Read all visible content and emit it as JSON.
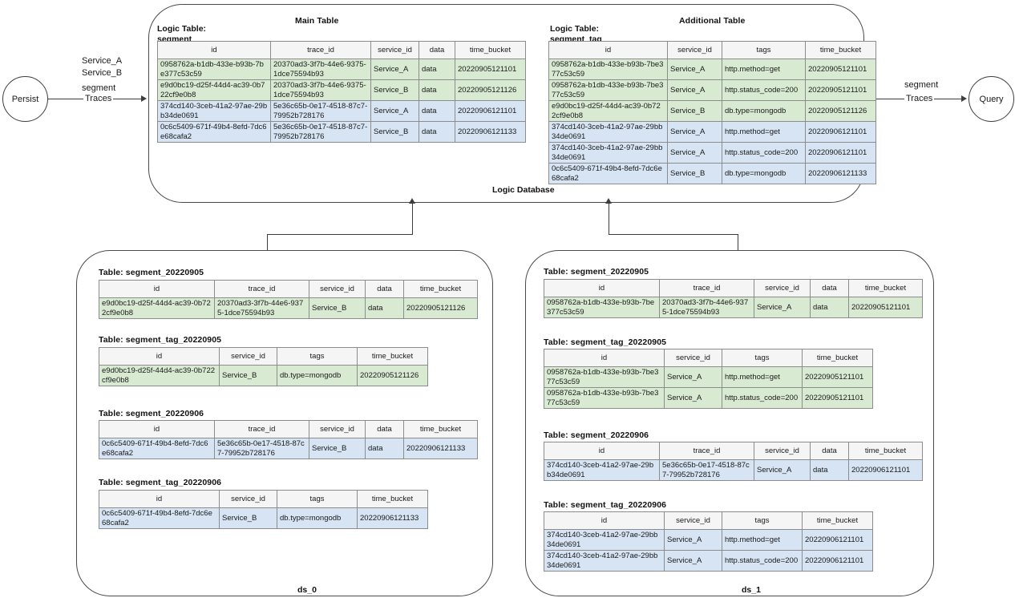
{
  "diagram": {
    "left_node": "Persist",
    "right_node": "Query",
    "left_edge": {
      "line1": "Service_A",
      "line2": "Service_B",
      "line3": "segment",
      "line4": "Traces"
    },
    "right_edge": {
      "line1": "segment",
      "line2": "Traces"
    },
    "logic_database_label": "Logic Database",
    "ds0_label": "ds_0",
    "ds1_label": "ds_1"
  },
  "logic_db": {
    "main": {
      "title": "Main Table",
      "logic_label_line1": "Logic Table:",
      "logic_label_line2": "segment",
      "columns": [
        "id",
        "trace_id",
        "service_id",
        "data",
        "time_bucket"
      ],
      "rows": [
        {
          "shade": "g",
          "cells": [
            "0958762a-b1db-433e-b93b-7be377c53c59",
            "20370ad3-3f7b-44e6-9375-1dce75594b93",
            "Service_A",
            "data",
            "20220905121101"
          ]
        },
        {
          "shade": "g",
          "cells": [
            "e9d0bc19-d25f-44d4-ac39-0b722cf9e0b8",
            "20370ad3-3f7b-44e6-9375-1dce75594b93",
            "Service_B",
            "data",
            "20220905121126"
          ]
        },
        {
          "shade": "b",
          "cells": [
            "374cd140-3ceb-41a2-97ae-29bb34de0691",
            "5e36c65b-0e17-4518-87c7-79952b728176",
            "Service_A",
            "data",
            "20220906121101"
          ]
        },
        {
          "shade": "b",
          "cells": [
            "0c6c5409-671f-49b4-8efd-7dc6e68cafa2",
            "5e36c65b-0e17-4518-87c7-79952b728176",
            "Service_B",
            "data",
            "20220906121133"
          ]
        }
      ]
    },
    "additional": {
      "title": "Additional  Table",
      "logic_label_line1": "Logic Table:",
      "logic_label_line2": "segment_tag",
      "columns": [
        "id",
        "service_id",
        "tags",
        "time_bucket"
      ],
      "rows": [
        {
          "shade": "g",
          "cells": [
            "0958762a-b1db-433e-b93b-7be377c53c59",
            "Service_A",
            "http.method=get",
            "20220905121101"
          ]
        },
        {
          "shade": "g",
          "cells": [
            "0958762a-b1db-433e-b93b-7be377c53c59",
            "Service_A",
            "http.status_code=200",
            "20220905121101"
          ]
        },
        {
          "shade": "g",
          "cells": [
            "e9d0bc19-d25f-44d4-ac39-0b722cf9e0b8",
            "Service_B",
            "db.type=mongodb",
            "20220905121126"
          ]
        },
        {
          "shade": "b",
          "cells": [
            "374cd140-3ceb-41a2-97ae-29bb34de0691",
            "Service_A",
            "http.method=get",
            "20220906121101"
          ]
        },
        {
          "shade": "b",
          "cells": [
            "374cd140-3ceb-41a2-97ae-29bb34de0691",
            "Service_A",
            "http.status_code=200",
            "20220906121101"
          ]
        },
        {
          "shade": "b",
          "cells": [
            "0c6c5409-671f-49b4-8efd-7dc6e68cafa2",
            "Service_B",
            "db.type=mongodb",
            "20220906121133"
          ]
        }
      ]
    }
  },
  "ds0": {
    "tables": [
      {
        "title": "Table: segment_20220905",
        "kind": "segment",
        "columns": [
          "id",
          "trace_id",
          "service_id",
          "data",
          "time_bucket"
        ],
        "rows": [
          {
            "shade": "g",
            "cells": [
              "e9d0bc19-d25f-44d4-ac39-0b722cf9e0b8",
              "20370ad3-3f7b-44e6-9375-1dce75594b93",
              "Service_B",
              "data",
              "20220905121126"
            ]
          }
        ]
      },
      {
        "title": "Table: segment_tag_20220905",
        "kind": "segment_tag",
        "columns": [
          "id",
          "service_id",
          "tags",
          "time_bucket"
        ],
        "rows": [
          {
            "shade": "g",
            "cells": [
              "e9d0bc19-d25f-44d4-ac39-0b722cf9e0b8",
              "Service_B",
              "db.type=mongodb",
              "20220905121126"
            ]
          }
        ]
      },
      {
        "title": "Table: segment_20220906",
        "kind": "segment",
        "columns": [
          "id",
          "trace_id",
          "service_id",
          "data",
          "time_bucket"
        ],
        "rows": [
          {
            "shade": "b",
            "cells": [
              "0c6c5409-671f-49b4-8efd-7dc6e68cafa2",
              "5e36c65b-0e17-4518-87c7-79952b728176",
              "Service_B",
              "data",
              "20220906121133"
            ]
          }
        ]
      },
      {
        "title": "Table: segment_tag_20220906",
        "kind": "segment_tag",
        "columns": [
          "id",
          "service_id",
          "tags",
          "time_bucket"
        ],
        "rows": [
          {
            "shade": "b",
            "cells": [
              "0c6c5409-671f-49b4-8efd-7dc6e68cafa2",
              "Service_B",
              "db.type=mongodb",
              "20220906121133"
            ]
          }
        ]
      }
    ]
  },
  "ds1": {
    "tables": [
      {
        "title": "Table: segment_20220905",
        "kind": "segment",
        "columns": [
          "id",
          "trace_id",
          "service_id",
          "data",
          "time_bucket"
        ],
        "rows": [
          {
            "shade": "g",
            "cells": [
              "0958762a-b1db-433e-b93b-7be377c53c59",
              "20370ad3-3f7b-44e6-9375-1dce75594b93",
              "Service_A",
              "data",
              "20220905121101"
            ]
          }
        ]
      },
      {
        "title": "Table: segment_tag_20220905",
        "kind": "segment_tag",
        "columns": [
          "id",
          "service_id",
          "tags",
          "time_bucket"
        ],
        "rows": [
          {
            "shade": "g",
            "cells": [
              "0958762a-b1db-433e-b93b-7be377c53c59",
              "Service_A",
              "http.method=get",
              "20220905121101"
            ]
          },
          {
            "shade": "g",
            "cells": [
              "0958762a-b1db-433e-b93b-7be377c53c59",
              "Service_A",
              "http.status_code=200",
              "20220905121101"
            ]
          }
        ]
      },
      {
        "title": "Table: segment_20220906",
        "kind": "segment",
        "columns": [
          "id",
          "trace_id",
          "service_id",
          "data",
          "time_bucket"
        ],
        "rows": [
          {
            "shade": "b",
            "cells": [
              "374cd140-3ceb-41a2-97ae-29bb34de0691",
              "5e36c65b-0e17-4518-87c7-79952b728176",
              "Service_A",
              "data",
              "20220906121101"
            ]
          }
        ]
      },
      {
        "title": "Table: segment_tag_20220906",
        "kind": "segment_tag",
        "columns": [
          "id",
          "service_id",
          "tags",
          "time_bucket"
        ],
        "rows": [
          {
            "shade": "b",
            "cells": [
              "374cd140-3ceb-41a2-97ae-29bb34de0691",
              "Service_A",
              "http.method=get",
              "20220906121101"
            ]
          },
          {
            "shade": "b",
            "cells": [
              "374cd140-3ceb-41a2-97ae-29bb34de0691",
              "Service_A",
              "http.status_code=200",
              "20220906121101"
            ]
          }
        ]
      }
    ]
  },
  "colors": {
    "green_row": "#d9ead3",
    "blue_row": "#d6e4f3",
    "header": "#f5f5f5",
    "stroke": "#8c8c8c"
  }
}
